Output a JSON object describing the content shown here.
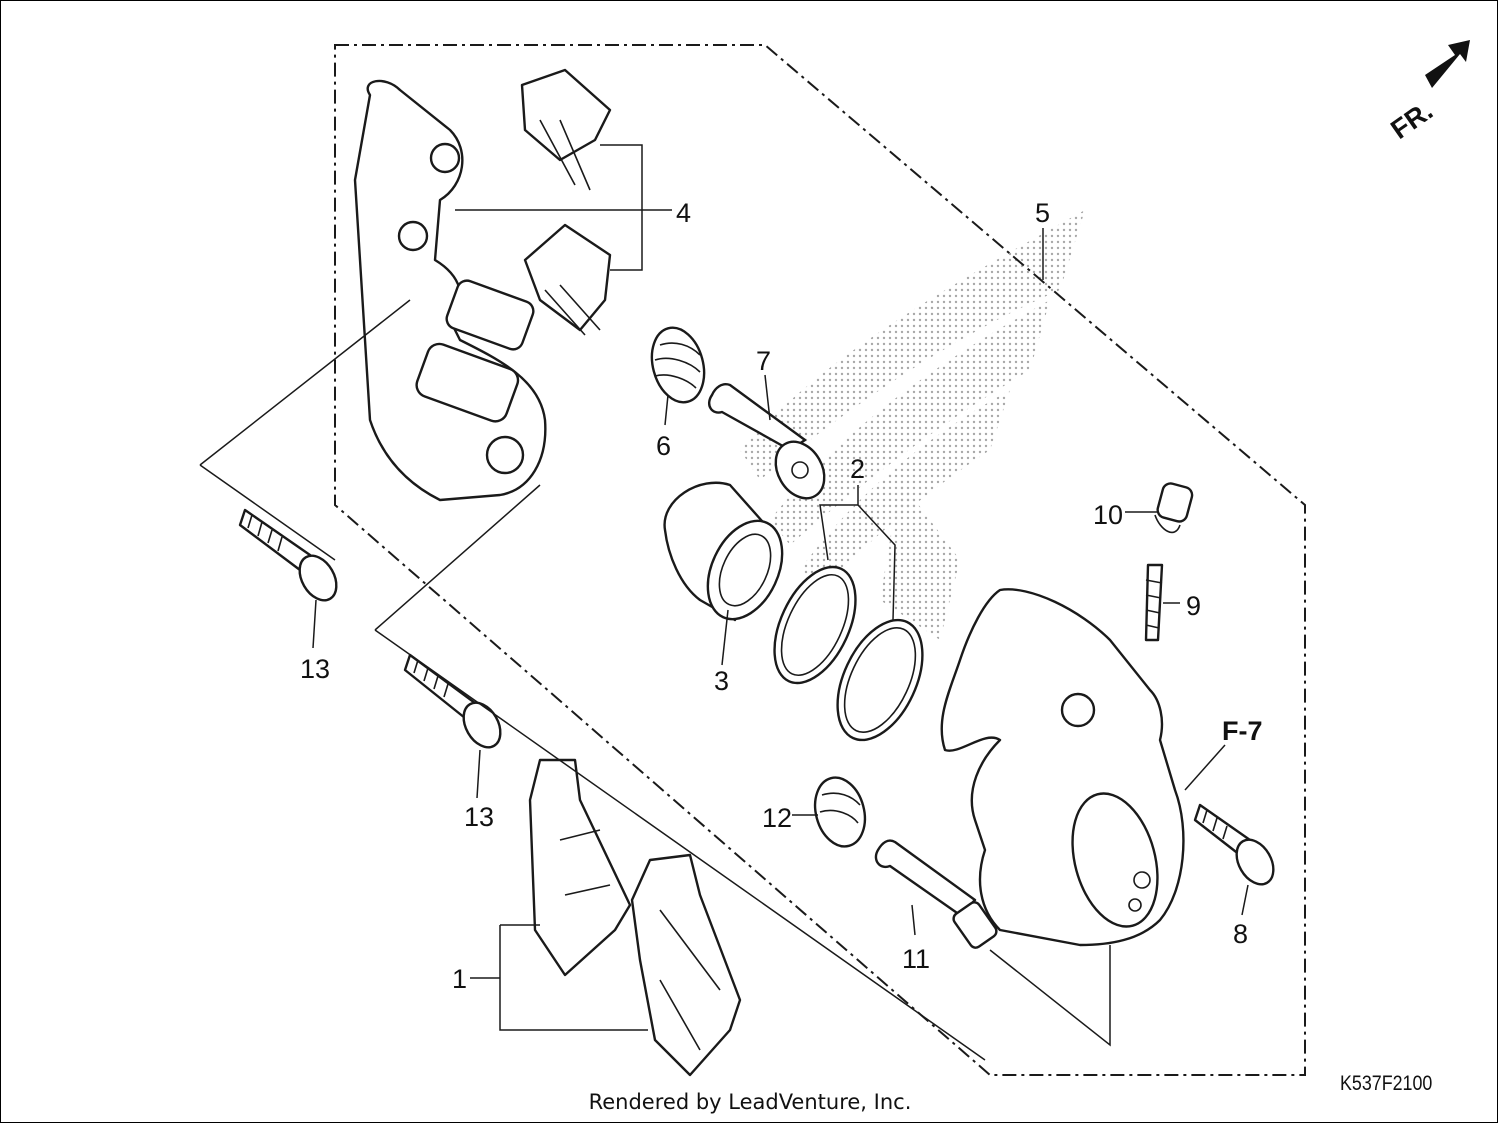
{
  "direction_label": "FR.",
  "reference_label": "F-7",
  "diagram_code": "K537F2100",
  "footer": "Rendered by LeadVenture, Inc.",
  "callouts": [
    "1",
    "2",
    "3",
    "4",
    "5",
    "6",
    "7",
    "8",
    "9",
    "10",
    "11",
    "12",
    "13",
    "13"
  ]
}
